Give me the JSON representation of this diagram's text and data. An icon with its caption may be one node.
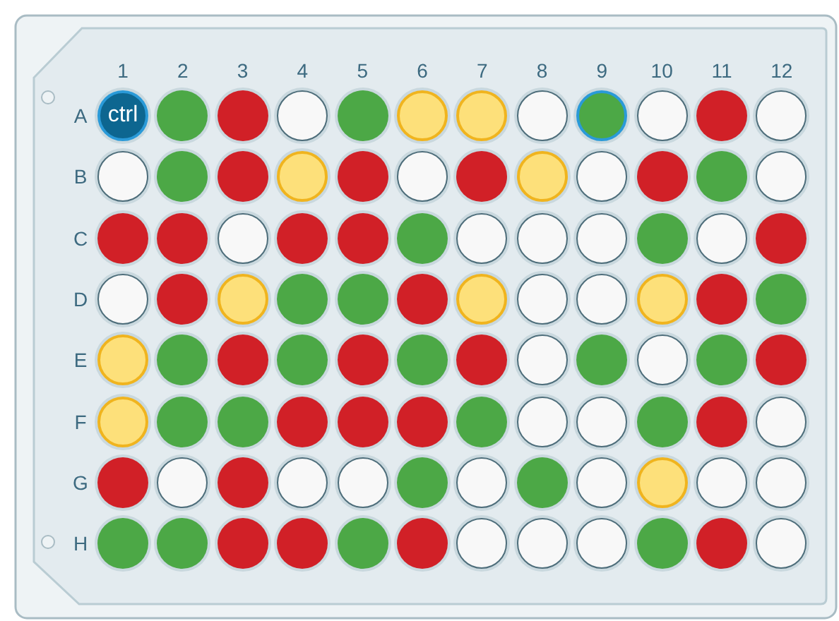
{
  "diagram": {
    "nodes": [
      {
        "text": [
          "ctrl"
        ]
      },
      {
        "text": [],
        "shape": "circle"
      },
      {
        "text": [],
        "shape": "circle"
      },
      {
        "text": [],
        "shape": "circle"
      },
      {
        "text": [],
        "shape": "circle"
      },
      {
        "text": [],
        "shape": "circle"
      },
      {
        "text": [],
        "shape": "circle"
      },
      {
        "text": [],
        "shape": "circle"
      },
      {
        "text": [],
        "shape": "circle"
      },
      {
        "text": [],
        "shape": "circle"
      },
      {
        "text": [],
        "shape": "circle"
      },
      {
        "text": [],
        "shape": "circle"
      },
      {
        "text": [],
        "shape": "circle"
      },
      {
        "text": [],
        "shape": "circle"
      },
      {
        "text": [],
        "shape": "circle"
      },
      {
        "text": [],
        "shape": "circle"
      },
      {
        "text": [],
        "shape": "circle"
      },
      {
        "text": [],
        "shape": "circle"
      },
      {
        "text": [],
        "shape": "circle"
      },
      {
        "text": [],
        "shape": "circle"
      },
      {
        "text": [],
        "shape": "circle"
      },
      {
        "text": [],
        "shape": "circle"
      },
      {
        "text": [],
        "shape": "circle"
      },
      {
        "text": [],
        "shape": "circle"
      },
      {
        "text": [],
        "shape": "circle"
      },
      {
        "text": [],
        "shape": "circle"
      },
      {
        "text": [],
        "shape": "circle"
      },
      {
        "text": [],
        "shape": "circle"
      },
      {
        "text": [],
        "shape": "circle"
      },
      {
        "text": [],
        "shape": "circle"
      },
      {
        "text": [],
        "shape": "circle"
      },
      {
        "text": [],
        "shape": "circle"
      },
      {
        "text": [],
        "shape": "circle"
      },
      {
        "text": [],
        "shape": "circle"
      },
      {
        "text": [],
        "shape": "circle"
      },
      {
        "text": [],
        "shape": "circle"
      },
      {
        "text": [],
        "shape": "circle"
      },
      {
        "text": [],
        "shape": "circle"
      },
      {
        "text": [],
        "shape": "circle"
      },
      {
        "text": [],
        "shape": "circle"
      },
      {
        "text": [],
        "shape": "circle"
      },
      {
        "text": [],
        "shape": "circle"
      },
      {
        "text": [],
        "shape": "circle"
      },
      {
        "text": [],
        "shape": "circle"
      },
      {
        "text": [],
        "shape": "circle"
      },
      {
        "text": [],
        "shape": "circle"
      },
      {
        "text": [],
        "shape": "circle"
      },
      {
        "text": [],
        "shape": "circle"
      },
      {
        "text": [],
        "shape": "circle"
      },
      {
        "text": [],
        "shape": "circle"
      },
      {
        "text": [],
        "shape": "circle"
      },
      {
        "text": [],
        "shape": "circle"
      },
      {
        "text": [],
        "shape": "circle"
      },
      {
        "text": [],
        "shape": "circle"
      },
      {
        "text": [],
        "shape": "circle"
      },
      {
        "text": [],
        "shape": "circle"
      },
      {
        "text": [],
        "shape": "circle"
      },
      {
        "text": [],
        "shape": "circle"
      },
      {
        "text": [],
        "shape": "circle"
      },
      {
        "text": [],
        "shape": "circle"
      },
      {
        "text": [],
        "shape": "circle"
      },
      {
        "text": [],
        "shape": "circle"
      },
      {
        "text": [],
        "shape": "circle"
      },
      {
        "text": [],
        "shape": "circle"
      },
      {
        "text": [],
        "shape": "circle"
      },
      {
        "text": [],
        "shape": "circle"
      },
      {
        "text": [],
        "shape": "circle"
      },
      {
        "text": [],
        "shape": "circle"
      },
      {
        "text": [],
        "shape": "circle"
      },
      {
        "text": [],
        "shape": "circle"
      },
      {
        "text": [],
        "shape": "circle"
      },
      {
        "text": [],
        "shape": "circle"
      },
      {
        "text": [],
        "shape": "circle"
      },
      {
        "text": [],
        "shape": "circle"
      },
      {
        "text": [],
        "shape": "circle"
      },
      {
        "text": [],
        "shape": "circle"
      },
      {
        "text": [],
        "shape": "circle"
      },
      {
        "text": [],
        "shape": "circle"
      },
      {
        "text": [],
        "shape": "circle"
      },
      {
        "text": [],
        "shape": "circle"
      },
      {
        "text": [],
        "shape": "circle"
      },
      {
        "text": [],
        "shape": "circle"
      },
      {
        "text": [],
        "shape": "circle"
      },
      {
        "text": [],
        "shape": "circle"
      },
      {
        "text": [],
        "shape": "circle"
      },
      {
        "text": [],
        "shape": "circle"
      },
      {
        "text": [],
        "shape": "circle"
      },
      {
        "text": [],
        "shape": "circle"
      },
      {
        "text": [],
        "shape": "circle"
      },
      {
        "text": [],
        "shape": "circle"
      },
      {
        "text": [],
        "shape": "circle"
      },
      {
        "text": [],
        "shape": "circle"
      },
      {
        "text": [],
        "shape": "circle"
      },
      {
        "text": [],
        "shape": "circle"
      },
      {
        "text": [],
        "shape": "circle"
      },
      {
        "text": [],
        "shape": "circle"
      }
    ],
    "labels": [
      "1",
      "2",
      "3",
      "4",
      "5",
      "6",
      "7",
      "8",
      "9",
      "10",
      "11",
      "12",
      "A",
      "B",
      "C",
      "D",
      "E",
      "F",
      "G",
      "H"
    ]
  }
}
